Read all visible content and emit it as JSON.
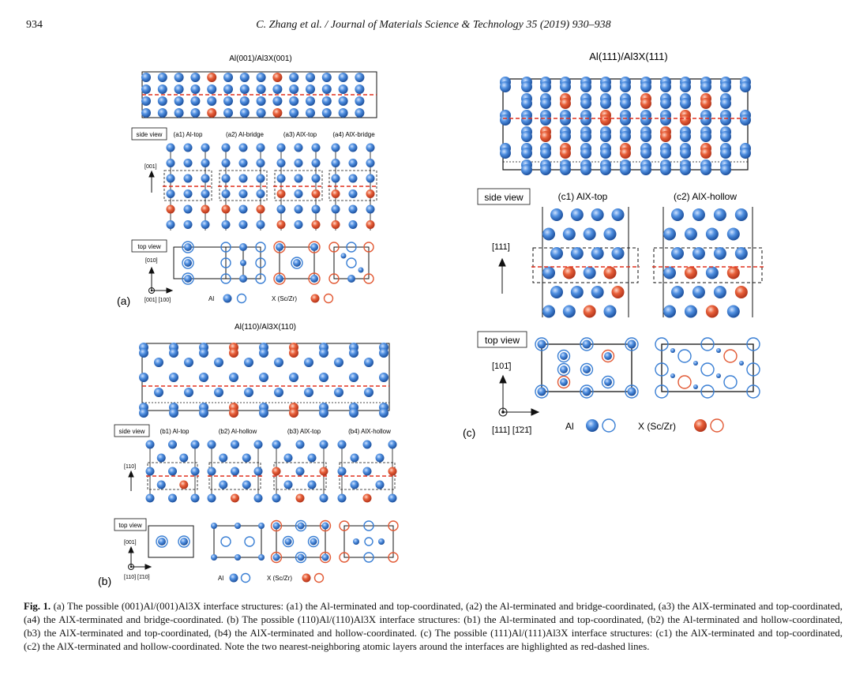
{
  "header": {
    "page_number": "934",
    "running_title": "C. Zhang et al. / Journal of Materials Science & Technology 35 (2019) 930–938"
  },
  "colors": {
    "al": "#3a7fd4",
    "al_dark": "#1f5aa8",
    "x": "#e25a35",
    "x_dark": "#c0391a",
    "interface_dash": "#e0301e",
    "line": "#111111"
  },
  "panel_a": {
    "title": "Al(001)/Al3X(001)",
    "letter": "(a)",
    "side_view_label": "side view",
    "top_view_label": "top view",
    "sub_labels": [
      "(a1) Al-top",
      "(a2) Al-bridge",
      "(a3) AlX-top",
      "(a4) AlX-bridge"
    ],
    "axis_side": "[001]",
    "axis_top_up": "[010]",
    "axis_bottom": "[001]  [100]",
    "legend_al": "Al",
    "legend_x": "X (Sc/Zr)"
  },
  "panel_b": {
    "title": "Al(110)/Al3X(110)",
    "letter": "(b)",
    "side_view_label": "side view",
    "top_view_label": "top view",
    "sub_labels": [
      "(b1) Al-top",
      "(b2) Al-hollow",
      "(b3) AlX-top",
      "(b4) AlX-hollow"
    ],
    "axis_side": "[110]",
    "axis_top_up": "[001]",
    "axis_bottom": "[110]  [1̄10]",
    "legend_al": "Al",
    "legend_x": "X (Sc/Zr)"
  },
  "panel_c": {
    "title": "Al(111)/Al3X(111)",
    "letter": "(c)",
    "side_view_label": "side view",
    "top_view_label": "top view",
    "sub_labels": [
      "(c1) AlX-top",
      "(c2) AlX-hollow"
    ],
    "axis_side": "[111]",
    "axis_top_up": "[101̄]",
    "axis_bottom": "[111]  [1̄21̄]",
    "legend_al": "Al",
    "legend_x": "X (Sc/Zr)"
  },
  "caption": {
    "label": "Fig. 1.",
    "text": "(a) The possible (001)Al/(001)Al3X interface structures: (a1) the Al-terminated and top-coordinated, (a2) the Al-terminated and bridge-coordinated, (a3) the AlX-terminated and top-coordinated, (a4) the AlX-terminated and bridge-coordinated. (b) The possible (110)Al/(110)Al3X interface structures: (b1) the Al-terminated and top-coordinated, (b2) the Al-terminated and hollow-coordinated, (b3) the AlX-terminated and top-coordinated, (b4) the AlX-terminated and hollow-coordinated. (c) The possible (111)Al/(111)Al3X interface structures: (c1) the AlX-terminated and top-coordinated, (c2) the AlX-terminated and hollow-coordinated. Note the two nearest-neighboring atomic layers around the interfaces are highlighted as red-dashed lines."
  }
}
